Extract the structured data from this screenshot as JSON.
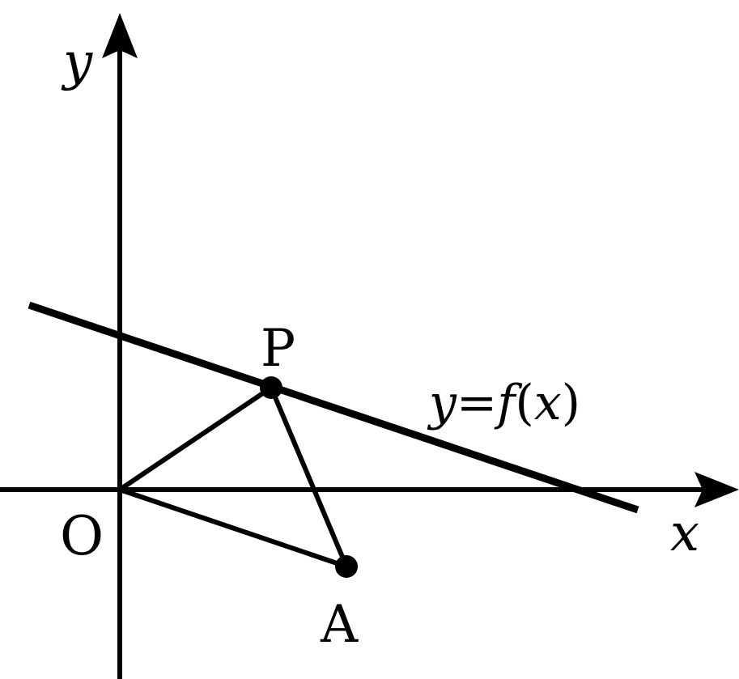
{
  "diagram": {
    "axes": {
      "x_label": "x",
      "y_label": "y"
    },
    "points": {
      "origin": "O",
      "p": "P",
      "a": "A"
    },
    "line_label": {
      "y": "y",
      "eq": "=",
      "f": "f",
      "open": "(",
      "x": "x",
      "close": ")"
    },
    "colors": {
      "ink": "#000000",
      "background": "#ffffff"
    }
  }
}
